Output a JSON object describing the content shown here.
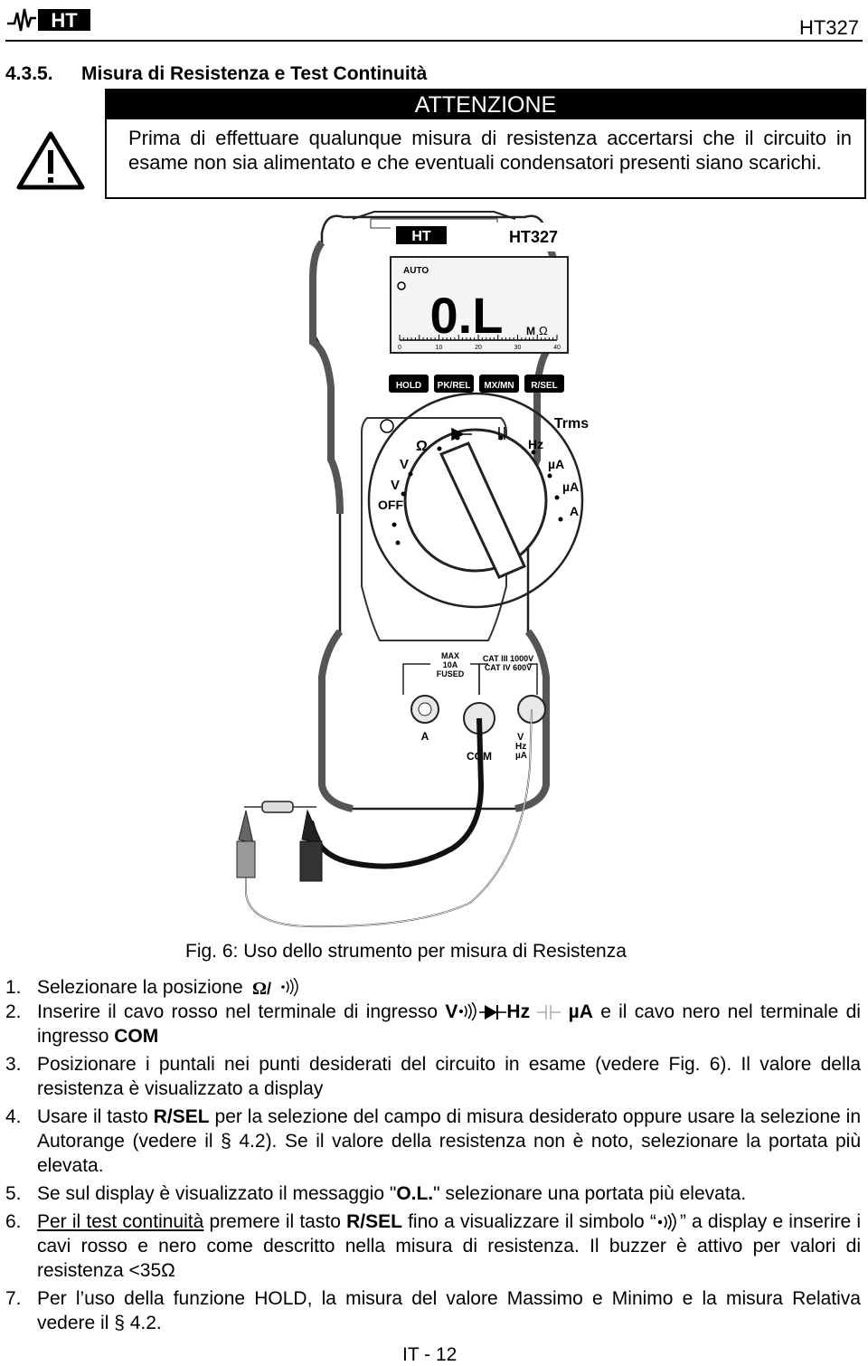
{
  "header": {
    "logo_text": "HT",
    "doc_code": "HT327"
  },
  "section": {
    "number": "4.3.5.",
    "title": "Misura di Resistenza e Test Continuità"
  },
  "warning": {
    "title": "ATTENZIONE",
    "text": "Prima di effettuare qualunque misura di resistenza accertarsi che il circuito in esame non sia alimentato e che eventuali condensatori presenti siano scarichi."
  },
  "figure": {
    "caption": "Fig. 6: Uso dello strumento per misura di Resistenza",
    "meter": {
      "brand": "HT",
      "model": "HT327",
      "display": {
        "auto": "AUTO",
        "reading": "0.L",
        "unit_prefix": "M",
        "unit": "Ω",
        "scale": [
          "0",
          "10",
          "20",
          "30",
          "40"
        ]
      },
      "buttons": [
        "HOLD",
        "PK/REL",
        "MX/MN",
        "R/SEL"
      ],
      "trms": "Trms",
      "dial": {
        "off": "OFF",
        "v_dc": "V",
        "v_ac": "V",
        "ohm": "Ω",
        "hz": "Hz",
        "ua": "µA",
        "a_ac": "µA",
        "a": "A"
      },
      "terminals": {
        "a_label": "A",
        "com_label": "COM",
        "v_label": "V",
        "hz_label": "Hz",
        "ua_label": "µA",
        "max_lines": [
          "MAX",
          "10A",
          "FUSED"
        ],
        "cat_lines": [
          "CAT III 1000V",
          "CAT IV 600V"
        ]
      }
    }
  },
  "steps": [
    {
      "n": "1.",
      "text": "Selezionare la posizione"
    },
    {
      "n": "2.",
      "a": "Inserire il cavo rosso nel terminale di ingresso",
      "b1": "V",
      "b2": "Hz",
      "b3": "µA",
      "c": "e il cavo nero nel terminale di ingresso",
      "d": "COM"
    },
    {
      "n": "3.",
      "text": "Posizionare i puntali nei punti desiderati del circuito in esame (vedere Fig. 6). Il valore della resistenza è visualizzato a display"
    },
    {
      "n": "4.",
      "a": "Usare il tasto",
      "b": "R/SEL",
      "c": "per la selezione del campo di misura desiderato oppure usare la selezione in Autorange (vedere il § 4.2). Se il valore della resistenza non è noto, selezionare la portata più elevata."
    },
    {
      "n": "5.",
      "a": "Se sul display è visualizzato il messaggio \"",
      "b": "O.L.",
      "c": "\" selezionare una portata più elevata."
    },
    {
      "n": "6.",
      "a": "Per il test continuità",
      "b": "premere il tasto",
      "c": "R/SEL",
      "d": "fino a visualizzare il simbolo “",
      "e": "” a display e inserire i cavi rosso e nero come descritto nella misura di resistenza. Il buzzer è attivo per valori di resistenza <35Ω"
    },
    {
      "n": "7.",
      "text": "Per l’uso della funzione HOLD, la misura del valore Massimo e Minimo e la misura Relativa vedere il § 4.2."
    }
  ],
  "footer": {
    "page": "IT - 12"
  }
}
